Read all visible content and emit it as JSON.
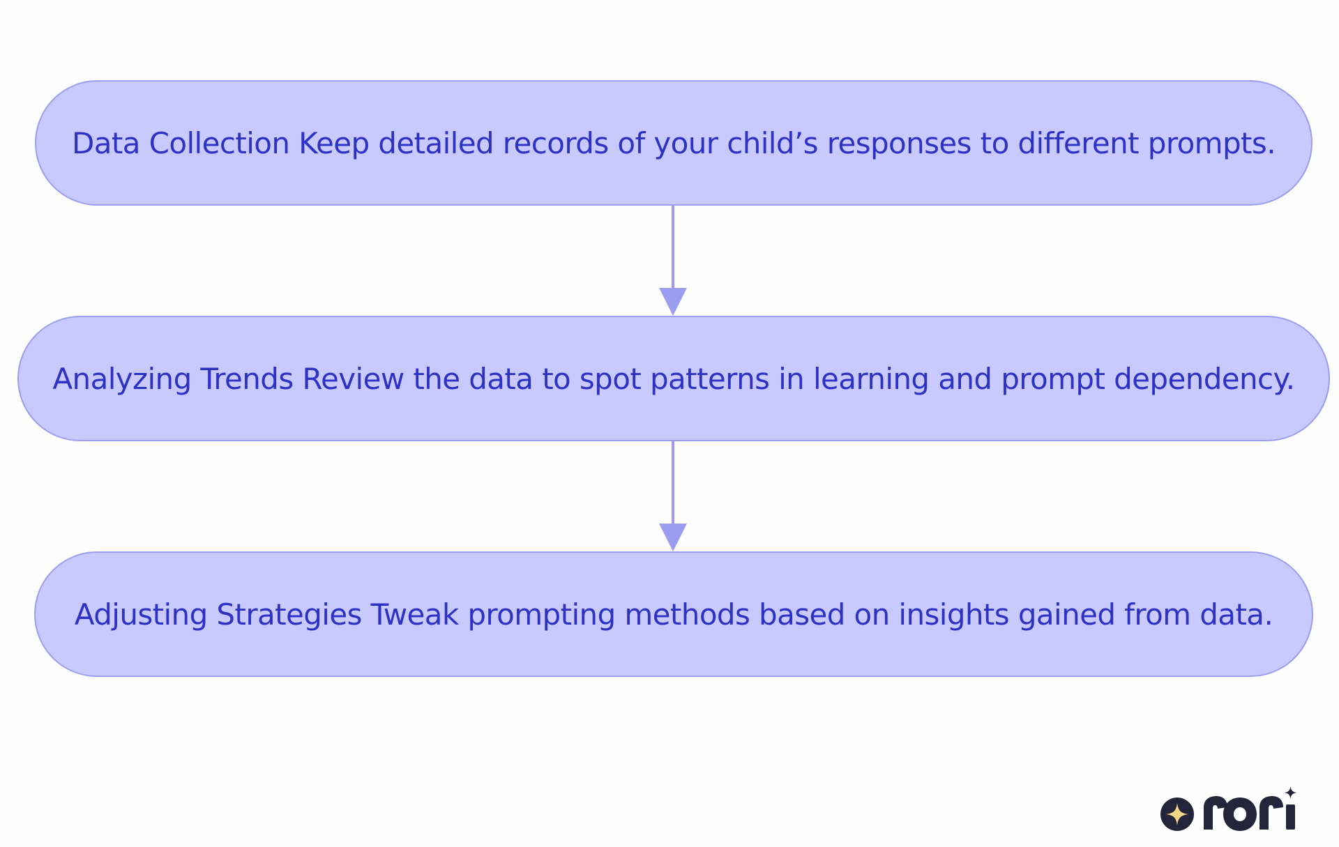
{
  "diagram": {
    "type": "flowchart",
    "direction": "top-to-bottom",
    "nodes": [
      {
        "id": "data-collection",
        "text": "Data Collection Keep detailed records of your child’s responses to different prompts."
      },
      {
        "id": "analyzing-trends",
        "text": "Analyzing Trends Review the data to spot patterns in learning and prompt dependency."
      },
      {
        "id": "adjusting-strategies",
        "text": "Adjusting Strategies Tweak prompting methods based on insights gained from data."
      }
    ],
    "edges": [
      {
        "from": "data-collection",
        "to": "analyzing-trends"
      },
      {
        "from": "analyzing-trends",
        "to": "adjusting-strategies"
      }
    ]
  },
  "colors": {
    "node_fill": "#c8c9fc",
    "node_border": "#9b9ef0",
    "node_text": "#2e32c4",
    "connector": "#9b9ef0",
    "background": "#fefefe",
    "logo_dark": "#24243a",
    "logo_star": "#f5d58a"
  },
  "logo": {
    "text": "rori",
    "icon": "sparkle-circle-icon"
  }
}
